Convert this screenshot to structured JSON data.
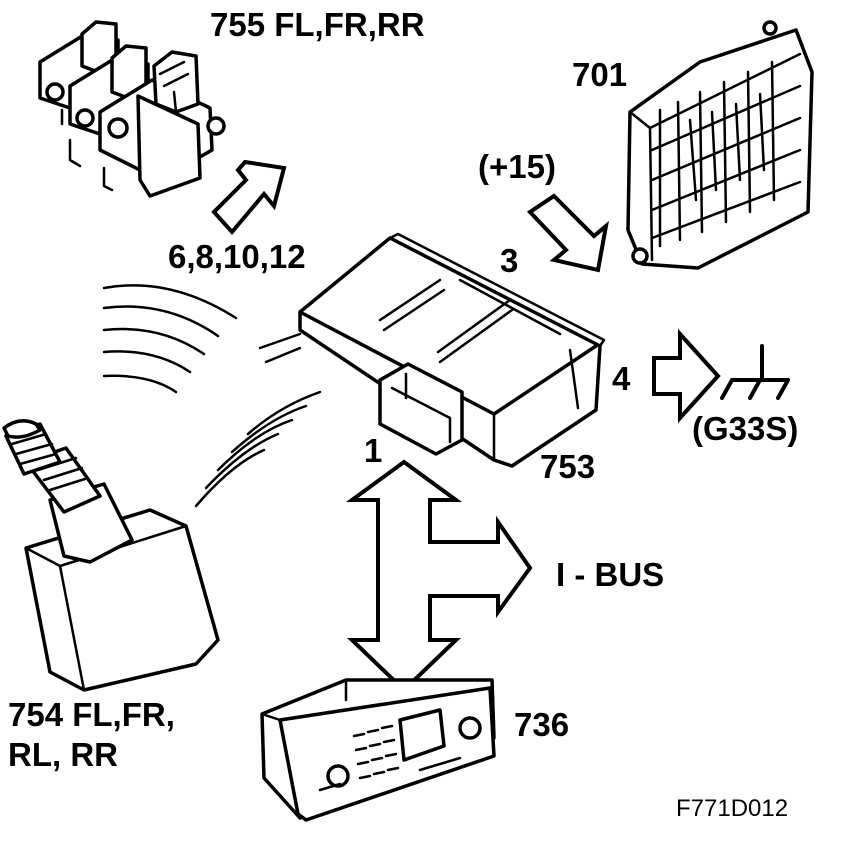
{
  "labels": {
    "valves": "755 FL,FR,RR",
    "valve_pins": "6,8,10,12",
    "fusebox": "701",
    "ignition": "(+15)",
    "pin3": "3",
    "pin4": "4",
    "ground": "(G33S)",
    "pin1": "1",
    "module": "753",
    "bus": "I - BUS",
    "sensor_line1": "754 FL,FR,",
    "sensor_line2": "RL, RR",
    "display": "736",
    "figure_code": "F771D012"
  }
}
